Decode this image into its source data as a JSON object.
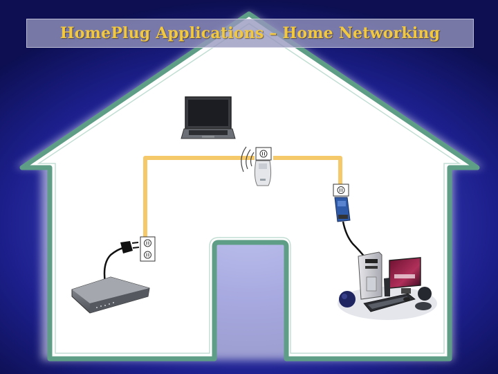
{
  "title": "HomePlug Applications – Home Networking",
  "colors": {
    "background_dark": "#0d0f52",
    "background_light": "#6a74d8",
    "house_outline": "#5f9e86",
    "house_fill": "#ffffff",
    "powerline_wire": "#f5c86a",
    "title_text": "#f2c840"
  },
  "devices": [
    {
      "name": "laptop",
      "icon": "laptop-icon"
    },
    {
      "name": "wireless-homeplug-adapter",
      "icon": "wifi-adapter-icon"
    },
    {
      "name": "homeplug-ethernet-adapter",
      "icon": "ethernet-adapter-icon"
    },
    {
      "name": "broadband-modem",
      "icon": "modem-icon"
    },
    {
      "name": "desktop-pc",
      "icon": "desktop-computer-icon"
    }
  ],
  "outlets": [
    {
      "name": "outlet-wireless",
      "icon": "wall-outlet-icon"
    },
    {
      "name": "outlet-ethernet",
      "icon": "wall-outlet-icon"
    },
    {
      "name": "outlet-modem-upper",
      "icon": "wall-outlet-icon"
    },
    {
      "name": "outlet-modem-lower",
      "icon": "wall-outlet-icon"
    }
  ]
}
